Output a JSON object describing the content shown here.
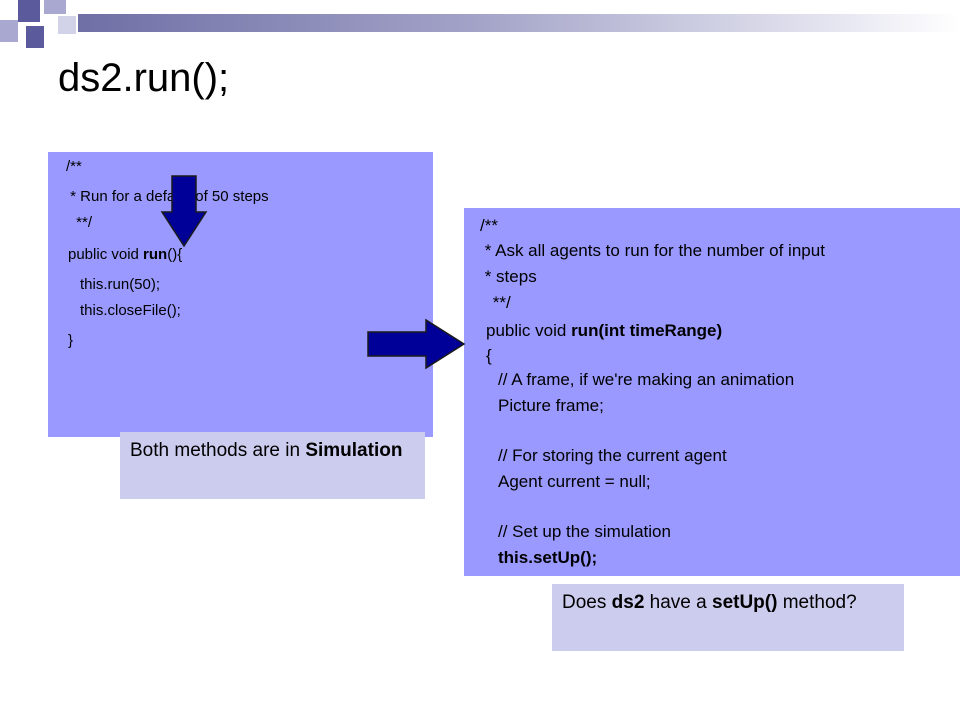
{
  "slide": {
    "title": "ds2.run();"
  },
  "colors": {
    "code_bg": "#9999ff",
    "note_bg": "#ccccee",
    "arrow_fill": "#000099",
    "decor_dark": "#5a5a9c",
    "decor_light": "#a8a8d0"
  },
  "code_block_1": {
    "lines": [
      "/**",
      " * Run for a default of 50 steps",
      " **/",
      "public void ",
      "this.run(50);",
      "this.closeFile();",
      "}"
    ],
    "method_name": "run",
    "signature_tail": "(){"
  },
  "code_block_2": {
    "lines": [
      "/**",
      " * Ask all agents to run for the number of input",
      " * steps",
      " **/",
      "public void ",
      "{",
      "// A frame, if we're making an animation",
      "Picture frame;",
      "// For storing the current agent",
      "Agent current = null;",
      "// Set up the simulation",
      "this.setUp();"
    ],
    "signature_bold": "run(int timeRange)"
  },
  "note_1": {
    "text": "Both methods are in ",
    "bold": "Simulation"
  },
  "note_2": {
    "prefix": "Does ",
    "bold1": "ds2",
    "middle": " have a ",
    "bold2": "setUp()",
    "suffix": " method?"
  }
}
